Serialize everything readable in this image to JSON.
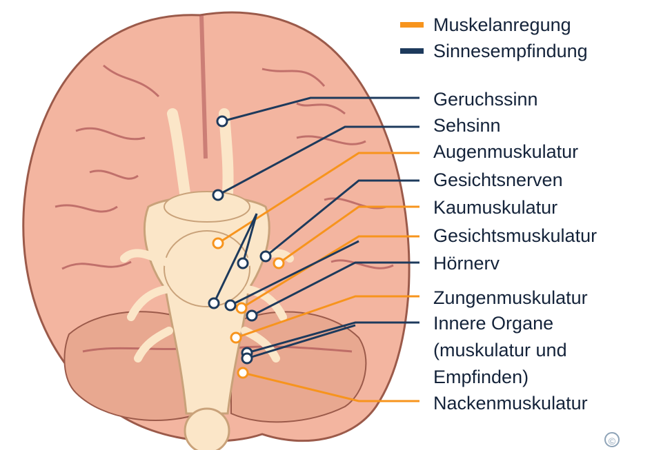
{
  "legend": {
    "motor": {
      "label": "Muskelanregung",
      "color": "#f7941d"
    },
    "sensory": {
      "label": "Sinnesempfindung",
      "color": "#1d3a5c"
    }
  },
  "nerves": [
    {
      "label": "Geruchssinn",
      "type": "sensory"
    },
    {
      "label": "Sehsinn",
      "type": "sensory"
    },
    {
      "label": "Augenmuskulatur",
      "type": "motor"
    },
    {
      "label": "Gesichtsnerven",
      "type": "sensory"
    },
    {
      "label": "Kaumuskulatur",
      "type": "motor"
    },
    {
      "label": "Gesichtsmuskulatur",
      "type": "motor"
    },
    {
      "label": "Hörnerv",
      "type": "sensory"
    },
    {
      "label": "Zungenmuskulatur",
      "type": "motor"
    },
    {
      "label": "Innere Organe",
      "type": "sensory"
    },
    {
      "label": "(muskulatur und",
      "type": "sensory"
    },
    {
      "label": "Empfinden)",
      "type": "sensory"
    },
    {
      "label": "Nackenmuskulatur",
      "type": "motor"
    }
  ],
  "colors": {
    "cortex": "#f3b5a0",
    "cortex_outline": "#9b5a4a",
    "sulcus": "#b05a5a",
    "cerebellum": "#e8a890",
    "brainstem": "#fbe6c8",
    "brainstem_outline": "#c9a27a"
  }
}
